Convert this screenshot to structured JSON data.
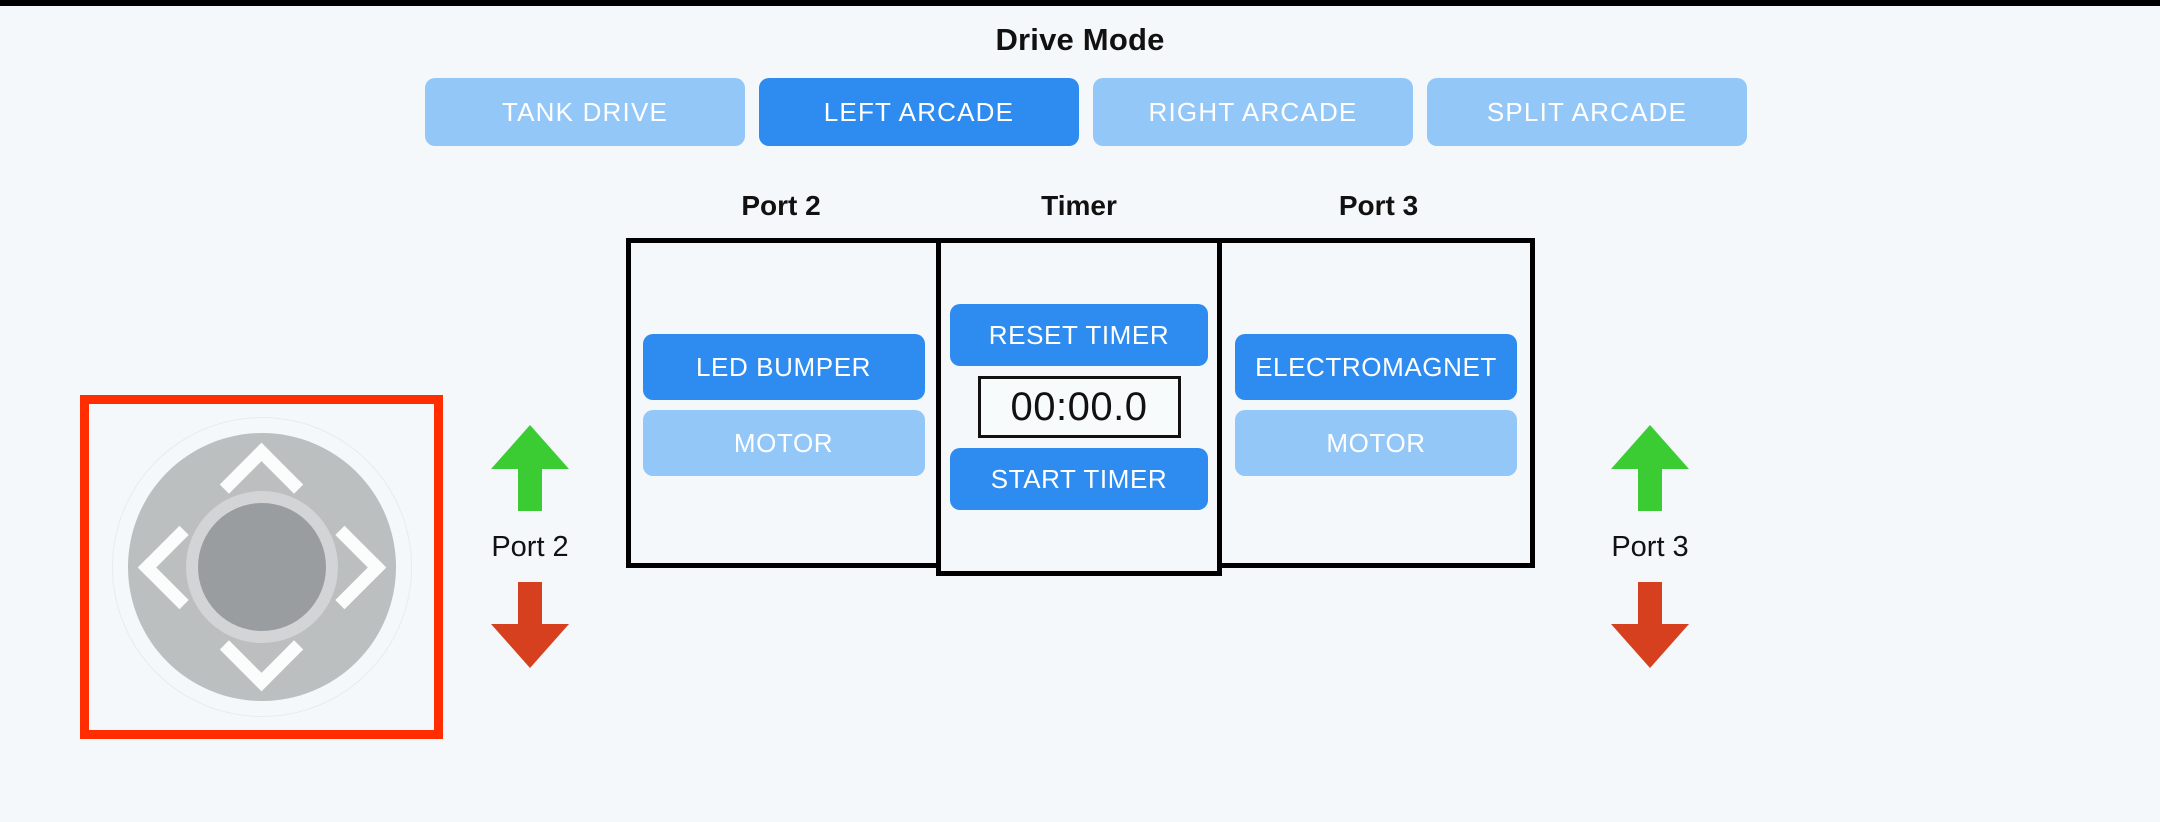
{
  "colors": {
    "background": "#f4f8fa",
    "accent_active": "#2e8cf0",
    "accent_inactive": "#93c7f8",
    "highlight_border": "#ff2d00",
    "arrow_up": "#3bcc33",
    "arrow_down": "#d6401f",
    "panel_border": "#000000"
  },
  "drive_mode": {
    "title": "Drive Mode",
    "selected": "LEFT ARCADE",
    "buttons": [
      {
        "label": "TANK DRIVE",
        "active": false
      },
      {
        "label": "LEFT ARCADE",
        "active": true
      },
      {
        "label": "RIGHT ARCADE",
        "active": false
      },
      {
        "label": "SPLIT ARCADE",
        "active": false
      }
    ]
  },
  "panel": {
    "headings": {
      "port2": "Port 2",
      "timer": "Timer",
      "port3": "Port 3"
    },
    "port2": {
      "buttons": [
        {
          "label": "LED BUMPER",
          "state": "on"
        },
        {
          "label": "MOTOR",
          "state": "off"
        }
      ]
    },
    "timer": {
      "reset_label": "RESET TIMER",
      "display": "00:00.0",
      "start_label": "START TIMER"
    },
    "port3": {
      "buttons": [
        {
          "label": "ELECTROMAGNET",
          "state": "on"
        },
        {
          "label": "MOTOR",
          "state": "off"
        }
      ]
    }
  },
  "joystick": {
    "name": "dpad-joystick",
    "selected": true,
    "directions": [
      "up",
      "down",
      "left",
      "right"
    ]
  },
  "arrow_columns": [
    {
      "id": "port2",
      "up_icon": "arrow-up-icon",
      "label": "Port 2",
      "down_icon": "arrow-down-icon"
    },
    {
      "id": "port3",
      "up_icon": "arrow-up-icon",
      "label": "Port 3",
      "down_icon": "arrow-down-icon"
    }
  ]
}
